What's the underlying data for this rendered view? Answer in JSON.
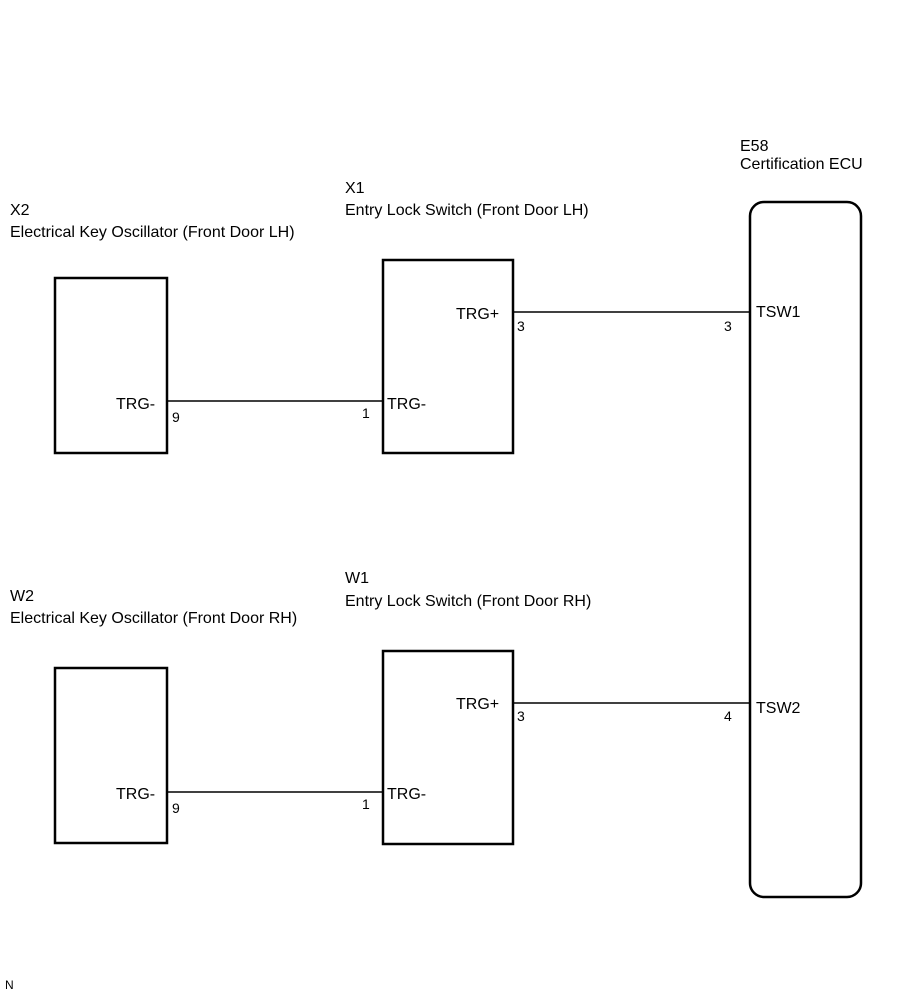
{
  "components": {
    "x2": {
      "code": "X2",
      "name": "Electrical Key Oscillator (Front Door LH)",
      "pin_label": "TRG-",
      "pin_number": "9"
    },
    "x1": {
      "code": "X1",
      "name": "Entry Lock Switch (Front Door LH)",
      "pin_trg_plus_label": "TRG+",
      "pin_trg_plus_number": "3",
      "pin_trg_minus_label": "TRG-",
      "pin_trg_minus_number": "1"
    },
    "w2": {
      "code": "W2",
      "name": "Electrical Key Oscillator (Front Door RH)",
      "pin_label": "TRG-",
      "pin_number": "9"
    },
    "w1": {
      "code": "W1",
      "name": "Entry Lock Switch (Front Door RH)",
      "pin_trg_plus_label": "TRG+",
      "pin_trg_plus_number": "3",
      "pin_trg_minus_label": "TRG-",
      "pin_trg_minus_number": "1"
    },
    "e58": {
      "code": "E58",
      "name": "Certification ECU",
      "pin_tsw1_label": "TSW1",
      "pin_tsw1_number": "3",
      "pin_tsw2_label": "TSW2",
      "pin_tsw2_number": "4"
    }
  },
  "connections": [
    {
      "from": "X2 TRG- (9)",
      "to": "X1 TRG- (1)"
    },
    {
      "from": "X1 TRG+ (3)",
      "to": "E58 TSW1 (3)"
    },
    {
      "from": "W2 TRG- (9)",
      "to": "W1 TRG- (1)"
    },
    {
      "from": "W1 TRG+ (3)",
      "to": "E58 TSW2 (4)"
    }
  ],
  "footer": {
    "mark": "N"
  }
}
